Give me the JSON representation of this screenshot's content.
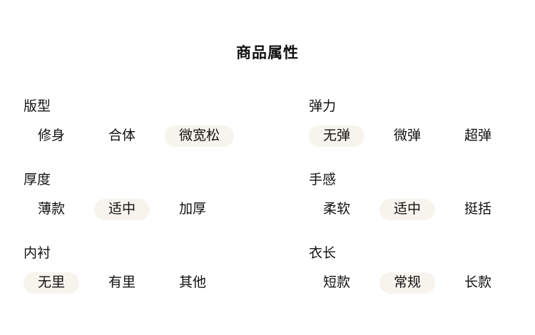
{
  "page": {
    "title": "商品属性",
    "background_color": "#ffffff",
    "text_color": "#111111",
    "selected_pill_color": "#f6f4ed"
  },
  "groups": [
    {
      "label": "版型",
      "options": [
        {
          "label": "修身",
          "selected": false
        },
        {
          "label": "合体",
          "selected": false
        },
        {
          "label": "微宽松",
          "selected": true
        }
      ]
    },
    {
      "label": "弹力",
      "options": [
        {
          "label": "无弹",
          "selected": true
        },
        {
          "label": "微弹",
          "selected": false
        },
        {
          "label": "超弹",
          "selected": false
        }
      ]
    },
    {
      "label": "厚度",
      "options": [
        {
          "label": "薄款",
          "selected": false
        },
        {
          "label": "适中",
          "selected": true
        },
        {
          "label": "加厚",
          "selected": false
        }
      ]
    },
    {
      "label": "手感",
      "options": [
        {
          "label": "柔软",
          "selected": false
        },
        {
          "label": "适中",
          "selected": true
        },
        {
          "label": "挺括",
          "selected": false
        }
      ]
    },
    {
      "label": "内衬",
      "options": [
        {
          "label": "无里",
          "selected": true
        },
        {
          "label": "有里",
          "selected": false
        },
        {
          "label": "其他",
          "selected": false
        }
      ]
    },
    {
      "label": "衣长",
      "options": [
        {
          "label": "短款",
          "selected": false
        },
        {
          "label": "常规",
          "selected": true
        },
        {
          "label": "长款",
          "selected": false
        }
      ]
    }
  ]
}
